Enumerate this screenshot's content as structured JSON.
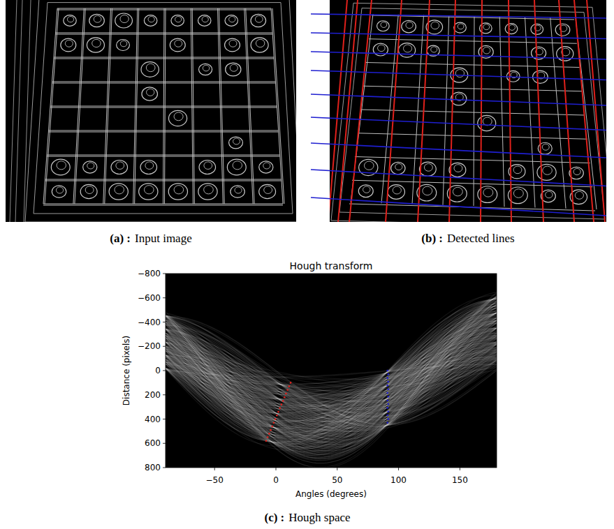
{
  "diagram": {
    "nodes": [
      {
        "text": [
          "(a) :",
          "Input image"
        ]
      },
      {
        "text": [
          "(b) :",
          "Detected lines"
        ]
      },
      {
        "text": [
          "(c) :",
          "Hough space"
        ]
      }
    ],
    "labels": [
      "Hough transform",
      "Distance (pixels)",
      "Angles (degrees)",
      "−800",
      "−600",
      "−400",
      "−200",
      "0",
      "200",
      "400",
      "600",
      "800",
      "−50",
      "0",
      "50",
      "100",
      "150"
    ]
  }
}
